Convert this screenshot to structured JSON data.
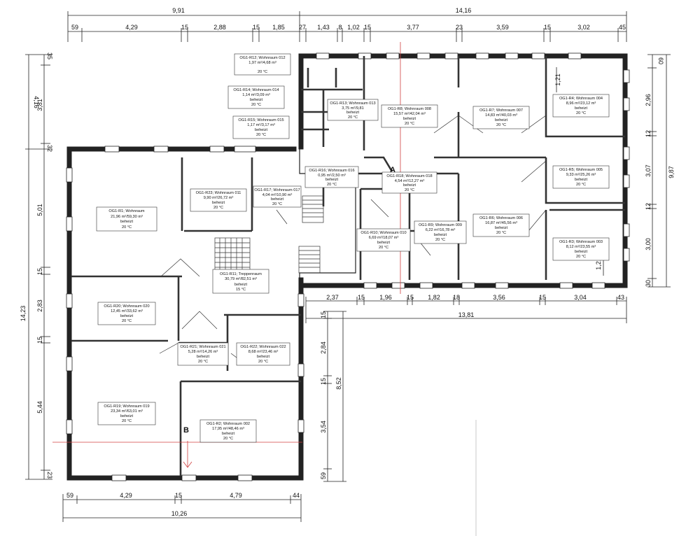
{
  "dimensions": {
    "top_total_left": "9,91",
    "top_total_right": "14,16",
    "top_segments": [
      "59",
      "4,29",
      "15",
      "2,88",
      "15",
      "1,85",
      "27",
      "1,43",
      "8",
      "1,02",
      "15",
      "3,77",
      "23",
      "3,59",
      "15",
      "3,02",
      "45"
    ],
    "left_outer_total": "14,23",
    "left_upper_total": "4,16",
    "left_segments": [
      "35",
      "3,81",
      "32",
      "5,01",
      "15",
      "2,83",
      "15",
      "5,44",
      "23"
    ],
    "right_total": "9,87",
    "right_segments": [
      "60",
      "2,96",
      "12",
      "3,07",
      "12",
      "3,00",
      "30"
    ],
    "right_small": [
      "1,21",
      "1,21"
    ],
    "mid_total": "13,81",
    "mid_segments": [
      "2,37",
      "15",
      "1,96",
      "15",
      "1,82",
      "18",
      "3,56",
      "15",
      "3,04",
      "43"
    ],
    "lower_vertical_total": "8,52",
    "lower_vertical_segments": [
      "15",
      "2,84",
      "15",
      "3,54",
      "59"
    ],
    "bottom_segments": [
      "59",
      "4,29",
      "15",
      "4,79",
      "44"
    ],
    "bottom_total": "10,26"
  },
  "markers": {
    "section_a": "A",
    "section_b": "B"
  },
  "rooms": [
    {
      "id": "r12",
      "title": "OG1-R12; Wohnraum 012",
      "area": "1,97 m²/4,68 m³",
      "state": "",
      "temp": "20 °C"
    },
    {
      "id": "r14",
      "title": "OG1-R14; Wohnraum 014",
      "area": "1,14 m²/3,09 m³",
      "state": "beheizt",
      "temp": "20 °C"
    },
    {
      "id": "r15",
      "title": "OG1-R15; Wohnraum 015",
      "area": "1,17 m²/3,17 m³",
      "state": "beheizt",
      "temp": "20 °C"
    },
    {
      "id": "r13",
      "title": "OG1-R13; Wohnraum 013",
      "area": "3,75 m²/9,81",
      "state": "beheizt",
      "temp": "20 °C"
    },
    {
      "id": "r8",
      "title": "OG1-R8; Wohnraum 008",
      "area": "15,57 m²/42,04 m³",
      "state": "beheizt",
      "temp": "20 °C"
    },
    {
      "id": "r7",
      "title": "OG1-R7; Wohnraum 007",
      "area": "14,83 m²/40,03 m³",
      "state": "beheizt",
      "temp": "20 °C"
    },
    {
      "id": "r4",
      "title": "OG1-R4; Wohnraum 004",
      "area": "8,96 m²/23,12 m³",
      "state": "beheizt",
      "temp": "20 °C"
    },
    {
      "id": "r16",
      "title": "OG1-R16; Wohnraum 016",
      "area": "0,95 m²/2,50 m³",
      "state": "beheizt",
      "temp": "20 °C"
    },
    {
      "id": "r18",
      "title": "OG1-R18; Wohnraum 018",
      "area": "4,54 m²/12,27 m³",
      "state": "beheizt",
      "temp": "20 °C"
    },
    {
      "id": "r5",
      "title": "OG1-R5; Wohnraum 005",
      "area": "9,33 m²/25,26 m³",
      "state": "beheizt",
      "temp": "20 °C"
    },
    {
      "id": "r23",
      "title": "OG1-R23; Wohnraum 011",
      "area": "9,90 m²/26,72 m³",
      "state": "beheizt",
      "temp": "20 °C"
    },
    {
      "id": "r17",
      "title": "OG1-R17; Wohnraum 017",
      "area": "4,04 m²/10,90 m³",
      "state": "beheizt",
      "temp": "20 °C"
    },
    {
      "id": "r1",
      "title": "OG1-R1; Wohnraum",
      "area": "21,96 m²/59,30 m³",
      "state": "beheizt",
      "temp": "20 °C"
    },
    {
      "id": "r10",
      "title": "OG1-R10; Wohnraum 010",
      "area": "6,69 m²/18,07 m³",
      "state": "beheizt",
      "temp": "20 °C"
    },
    {
      "id": "r9",
      "title": "OG1-R9; Wohnraum 009",
      "area": "6,22 m²/16,78 m³",
      "state": "beheizt",
      "temp": "20 °C"
    },
    {
      "id": "r6",
      "title": "OG1-R6; Wohnraum 006",
      "area": "16,87 m²/45,56 m³",
      "state": "beheizt",
      "temp": "20 °C"
    },
    {
      "id": "r3",
      "title": "OG1-R3; Wohnraum 003",
      "area": "8,12 m²/23,55 m³",
      "state": "beheizt",
      "temp": "20 °C"
    },
    {
      "id": "r11",
      "title": "OG1-R11; Treppenraum",
      "area": "30,79 m²/82,51 m³",
      "state": "beheizt",
      "temp": "15 °C"
    },
    {
      "id": "r20",
      "title": "OG1-R20; Wohnraum 020",
      "area": "12,45 m²/33,62 m³",
      "state": "beheizt",
      "temp": "20 °C"
    },
    {
      "id": "r21",
      "title": "OG1-R21; Wohnraum 021",
      "area": "5,28 m²/14,26 m³",
      "state": "beheizt",
      "temp": "20 °C"
    },
    {
      "id": "r22",
      "title": "OG1-R22; Wohnraum 022",
      "area": "8,68 m²/23,46 m³",
      "state": "beheizt",
      "temp": "20 °C"
    },
    {
      "id": "r19",
      "title": "OG1-R19; Wohnraum 019",
      "area": "23,34 m²/63,01 m³",
      "state": "beheizt",
      "temp": "20 °C"
    },
    {
      "id": "r2",
      "title": "OG1-R2; Wohnraum 002",
      "area": "17,95 m²/48,46 m³",
      "state": "beheizt",
      "temp": "20 °C"
    }
  ]
}
